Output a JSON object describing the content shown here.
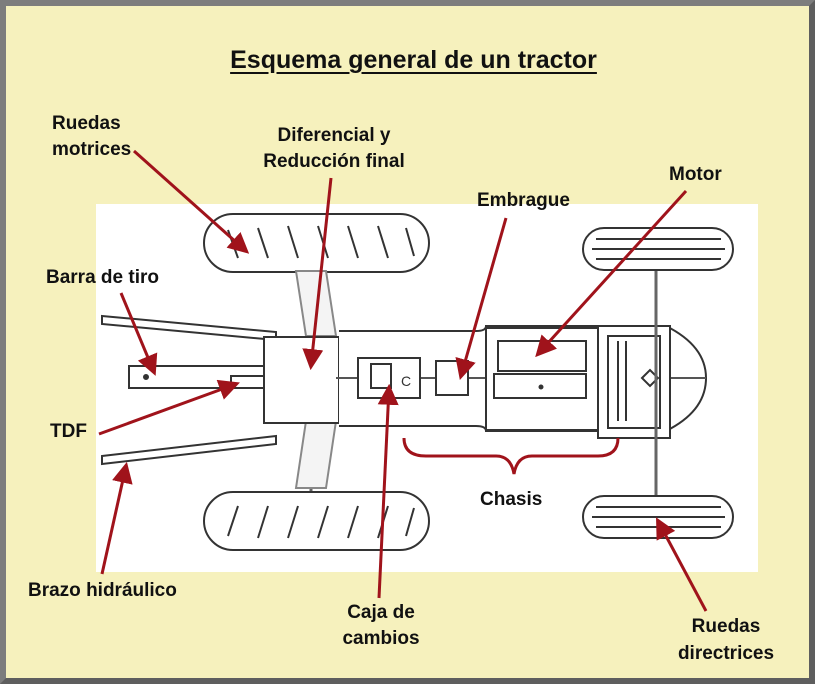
{
  "title": "Esquema general de un tractor",
  "labels": {
    "ruedas_motrices_1": "Ruedas",
    "ruedas_motrices_2": "motrices",
    "diferencial_1": "Diferencial y",
    "diferencial_2": "Reducción final",
    "motor": "Motor",
    "embrague": "Embrague",
    "barra_tiro": "Barra de tiro",
    "tdf": "TDF",
    "chasis": "Chasis",
    "brazo_hidraulico": "Brazo hidráulico",
    "caja_1": "Caja de",
    "caja_2": "cambios",
    "ruedas_directrices_1": "Ruedas",
    "ruedas_directrices_2": "directrices"
  },
  "colors": {
    "background": "#f6f1bd",
    "panel": "#ffffff",
    "arrow": "#a0131b",
    "line": "#333333"
  }
}
